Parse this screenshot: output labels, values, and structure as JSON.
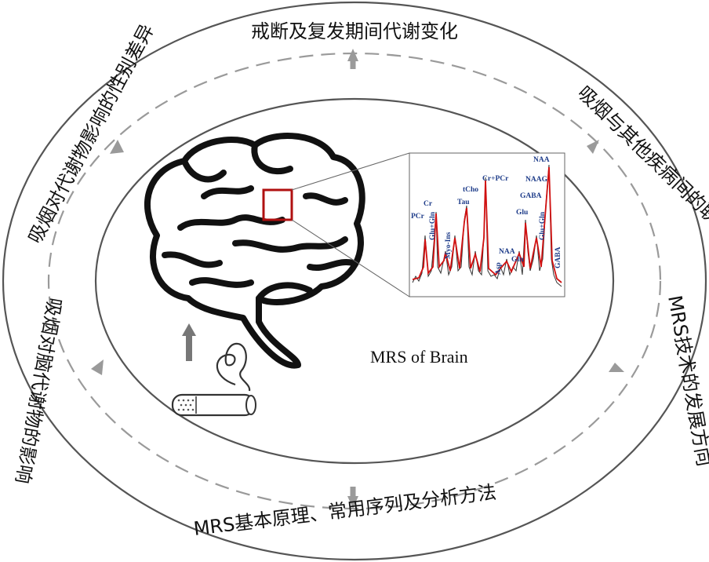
{
  "ring_labels": {
    "top": "戒断及复发期间代谢变化",
    "top_right": "吸烟与其他疾病间的联系",
    "right": "MRS技术的发展方向",
    "bottom": "MRS基本原理、常用序列及分析方法",
    "left": "吸烟对脑代谢物的影响",
    "top_left": "吸烟对代谢物影响的性别差异"
  },
  "center_caption": "MRS of Brain",
  "spectrum_peaks": {
    "pcr": "PCr",
    "cr": "Cr",
    "glu_gln_1": "Glu+Gln",
    "myo_ins": "Myo-Ins",
    "tau": "Tau",
    "tcho": "tCho",
    "cr_pcr": "Cr+PCr",
    "asp": "Asp",
    "naa_low": "NAA",
    "gln": "Gln",
    "glu": "Glu",
    "gaba": "GABA",
    "naag": "NAAG",
    "glu_gln_2": "Glu+Gln",
    "naa_top": "NAA",
    "gaba_right": "GABA"
  },
  "colors": {
    "ring_stroke": "#555555",
    "dash_stroke": "#9a9a9a",
    "arrow": "#9a9a9a",
    "highlight_box": "#b01010",
    "spectrum_fit": "#d01010",
    "spectrum_raw": "#333333",
    "label_blue": "#1f3d8a"
  }
}
